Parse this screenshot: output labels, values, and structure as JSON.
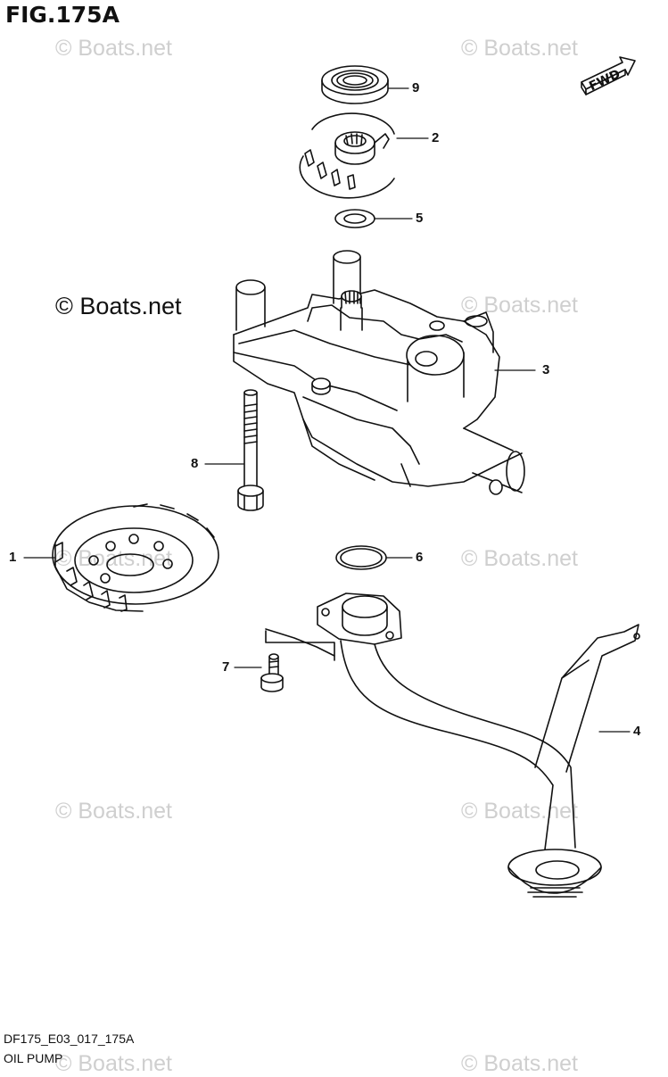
{
  "figure": {
    "title": "FIG.175A"
  },
  "watermarks": {
    "text": "© Boats.net",
    "prominent": "© Boats.net"
  },
  "fwd_arrow": {
    "label": "FWD"
  },
  "callouts": [
    {
      "id": "1",
      "label": "1"
    },
    {
      "id": "2",
      "label": "2"
    },
    {
      "id": "3",
      "label": "3"
    },
    {
      "id": "4",
      "label": "4"
    },
    {
      "id": "5",
      "label": "5"
    },
    {
      "id": "6",
      "label": "6"
    },
    {
      "id": "7",
      "label": "7"
    },
    {
      "id": "8",
      "label": "8"
    },
    {
      "id": "9",
      "label": "9"
    }
  ],
  "footer": {
    "code": "DF175_E03_017_175A",
    "name": "OIL PUMP"
  }
}
